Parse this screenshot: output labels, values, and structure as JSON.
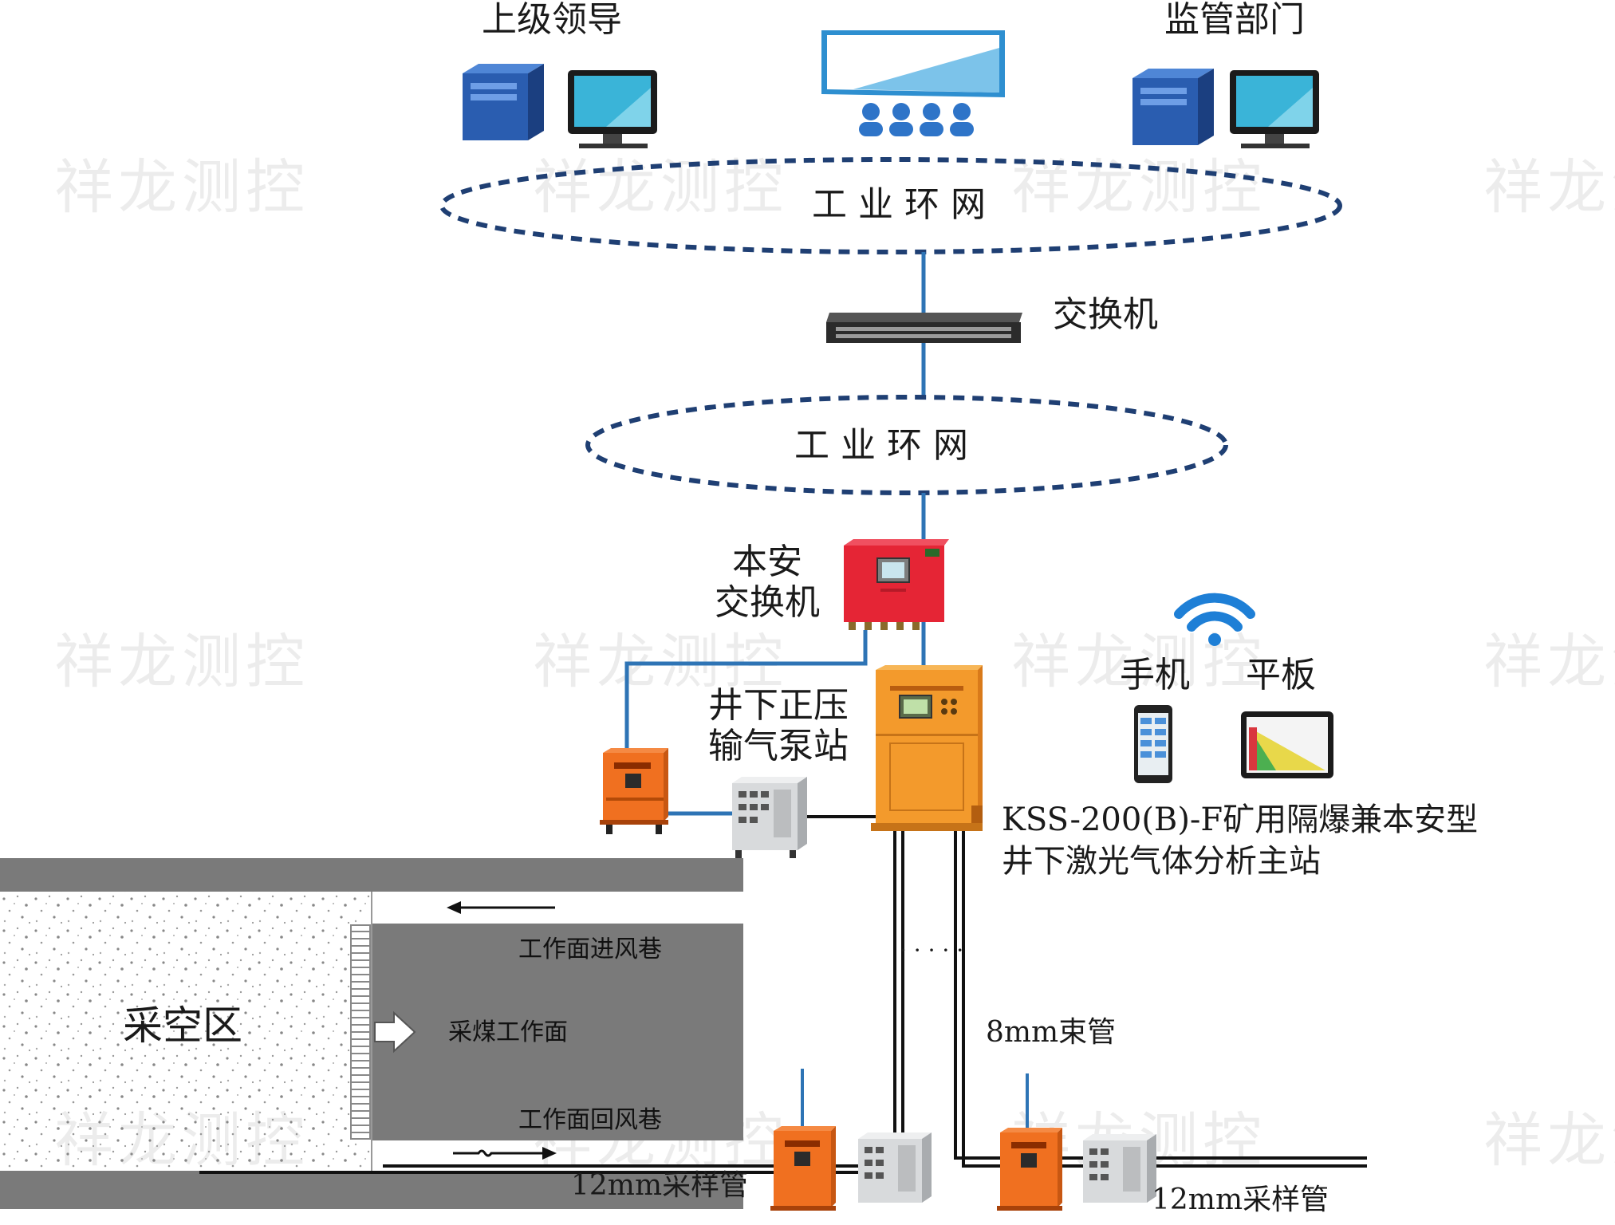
{
  "watermark": "祥龙测控",
  "nodes": {
    "leaders": "上级领导",
    "supervision": "监管部门",
    "ring_top": "工 业 环 网",
    "switch": "交换机",
    "ring_mid": "工 业 环 网",
    "safe_switch": "本安\n交换机",
    "pump_station": "井下正压\n输气泵站",
    "phone": "手机",
    "tablet": "平板",
    "main_station": "KSS-200(B)-F矿用隔爆兼本安型\n井下激光气体分析主站",
    "goaf": "采空区",
    "intake_roadway": "工作面进风巷",
    "coal_face": "采煤工作面",
    "return_roadway": "工作面回风巷",
    "bundle_tube": "8mm束管",
    "sample_tube_left": "12mm采样管",
    "sample_tube_right": "12mm采样管",
    "ellipsis": "· · ·  · ·"
  },
  "colors": {
    "link_blue": "#2e74b5",
    "ring_dash": "#1f3f73",
    "roadway_gray": "#7a7a7a",
    "device_orange": "#f07020",
    "safe_switch_red": "#e52535",
    "main_station_orange": "#f39a2c"
  }
}
